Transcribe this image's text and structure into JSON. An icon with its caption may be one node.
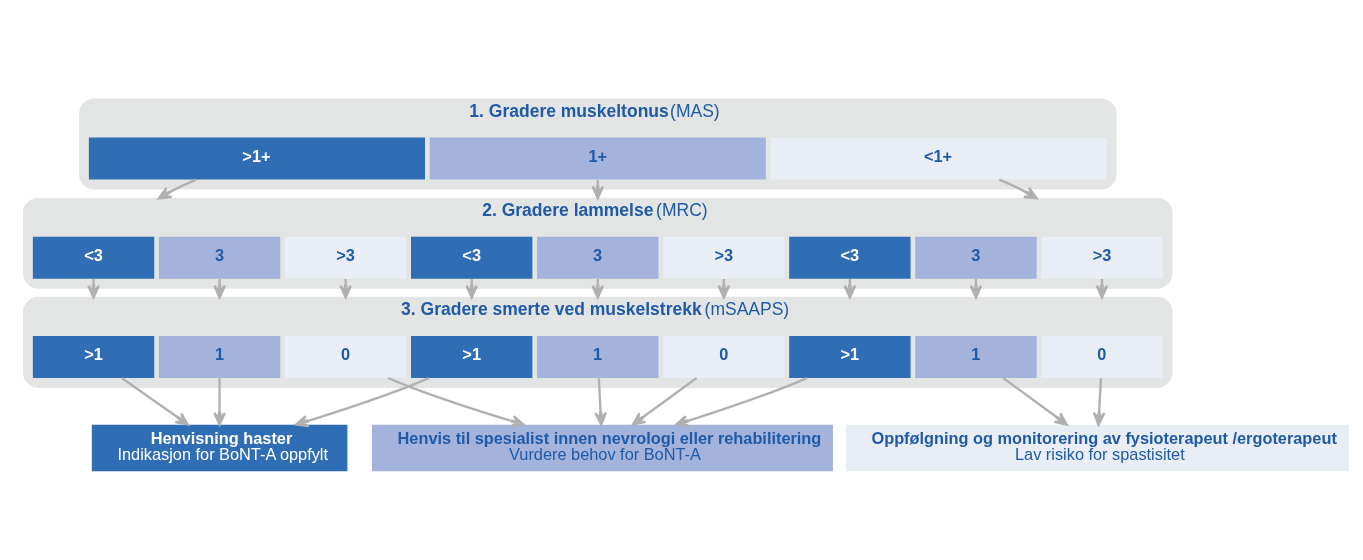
{
  "diagram": {
    "nodes": [
      {
        "text": [
          "1. Gradere muskeltonus",
          "(MAS)"
        ]
      },
      {
        "text": [
          ">1+"
        ],
        "in": 0
      },
      {
        "text": [
          "1+"
        ],
        "in": 0
      },
      {
        "text": [
          "<1+"
        ],
        "in": 0
      },
      {
        "text": [
          "2. Gradere lammelse",
          "(MRC)"
        ]
      },
      {
        "text": [
          "<3"
        ],
        "in": 4
      },
      {
        "text": [
          "3"
        ],
        "in": 4
      },
      {
        "text": [
          ">3"
        ],
        "in": 4
      },
      {
        "text": [
          "<3"
        ],
        "in": 4
      },
      {
        "text": [
          "3"
        ],
        "in": 4
      },
      {
        "text": [
          ">3"
        ],
        "in": 4
      },
      {
        "text": [
          "<3"
        ],
        "in": 4
      },
      {
        "text": [
          "3"
        ],
        "in": 4
      },
      {
        "text": [
          ">3"
        ],
        "in": 4
      },
      {
        "text": [
          "3. Gradere smerte ved muskelstrekk",
          "(mSAAPS)"
        ]
      },
      {
        "text": [
          ">1"
        ],
        "in": 14
      },
      {
        "text": [
          "1"
        ],
        "in": 14
      },
      {
        "text": [
          "0"
        ],
        "in": 14
      },
      {
        "text": [
          ">1"
        ],
        "in": 14
      },
      {
        "text": [
          "1"
        ],
        "in": 14
      },
      {
        "text": [
          "0"
        ],
        "in": 14
      },
      {
        "text": [
          ">1"
        ],
        "in": 14
      },
      {
        "text": [
          "1"
        ],
        "in": 14
      },
      {
        "text": [
          "0"
        ],
        "in": 14
      },
      {
        "text": [
          "Henvisning haster",
          "Indikasjon for BoNT-A oppfylt"
        ]
      },
      {
        "text": [
          "Henvis til spesialist innen nevrologi eller rehabilitering",
          "Vurdere behov for BoNT-A"
        ]
      },
      {
        "text": [
          "Oppfølgning og monitorering av fysioterapeut /ergoterapeut",
          "Lav risiko for spastisitet"
        ]
      }
    ],
    "edges": [
      {
        "from": 1,
        "to": 4,
        "arrow": "to"
      },
      {
        "from": 2,
        "to": 4,
        "arrow": "to"
      },
      {
        "from": 3,
        "to": 4,
        "arrow": "to"
      },
      {
        "from": 5,
        "to": 14,
        "arrow": "to"
      },
      {
        "from": 6,
        "to": 14,
        "arrow": "to"
      },
      {
        "from": 7,
        "to": 14,
        "arrow": "to"
      },
      {
        "from": 8,
        "to": 14,
        "arrow": "to"
      },
      {
        "from": 9,
        "to": 14,
        "arrow": "to"
      },
      {
        "from": 10,
        "to": 14,
        "arrow": "to"
      },
      {
        "from": 11,
        "to": 14,
        "arrow": "to"
      },
      {
        "from": 12,
        "to": 14,
        "arrow": "to"
      },
      {
        "from": 13,
        "to": 14,
        "arrow": "to"
      },
      {
        "from": 15,
        "to": 24,
        "arrow": "to"
      },
      {
        "from": 16,
        "to": 24,
        "arrow": "to"
      },
      {
        "from": 17,
        "to": 25,
        "arrow": "to"
      },
      {
        "from": 18,
        "to": 24,
        "arrow": "to"
      },
      {
        "from": 19,
        "to": 25,
        "arrow": "to"
      },
      {
        "from": 20,
        "to": 25,
        "arrow": "to"
      },
      {
        "from": 21,
        "to": 25,
        "arrow": "to"
      },
      {
        "from": 22,
        "to": 26,
        "arrow": "to"
      },
      {
        "from": 23,
        "to": 26,
        "arrow": "to"
      }
    ]
  }
}
